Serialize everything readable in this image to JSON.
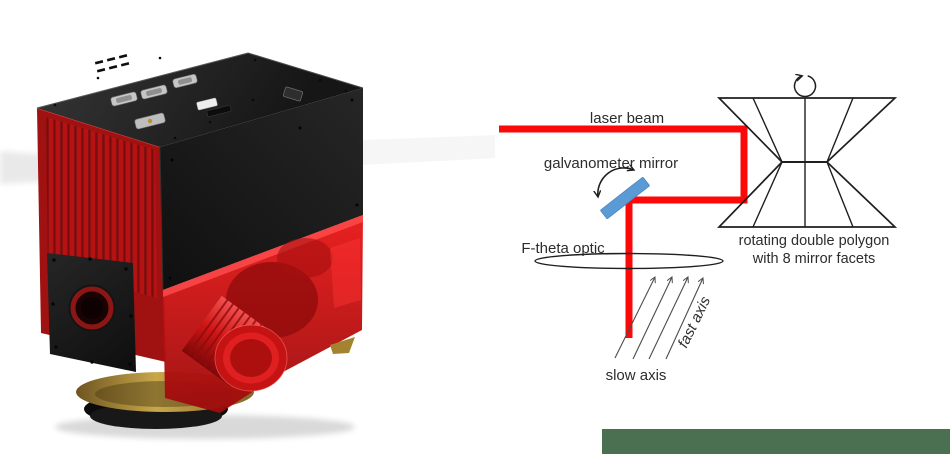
{
  "page": {
    "background": "#ffffff",
    "footer_band_color": "#4a6f51"
  },
  "diagram": {
    "labels": {
      "laser_beam": "laser beam",
      "galvanometer_mirror": "galvanometer mirror",
      "f_theta_optic": "F-theta optic",
      "polygon_caption_line1": "rotating double polygon",
      "polygon_caption_line2": "with 8 mirror facets",
      "slow_axis": "slow axis",
      "fast_axis": "fast axis"
    },
    "colors": {
      "laser_beam": "#fb0808",
      "galvo_mirror": "#5b9bd5",
      "line": "#1f1f1f",
      "text": "#2d2d2d"
    }
  },
  "photo": {
    "colors": {
      "housing_red": "#b51313",
      "housing_black": "#1d1d1d",
      "window_red": "#d81515",
      "lens_gold": "#9a7c31"
    }
  }
}
